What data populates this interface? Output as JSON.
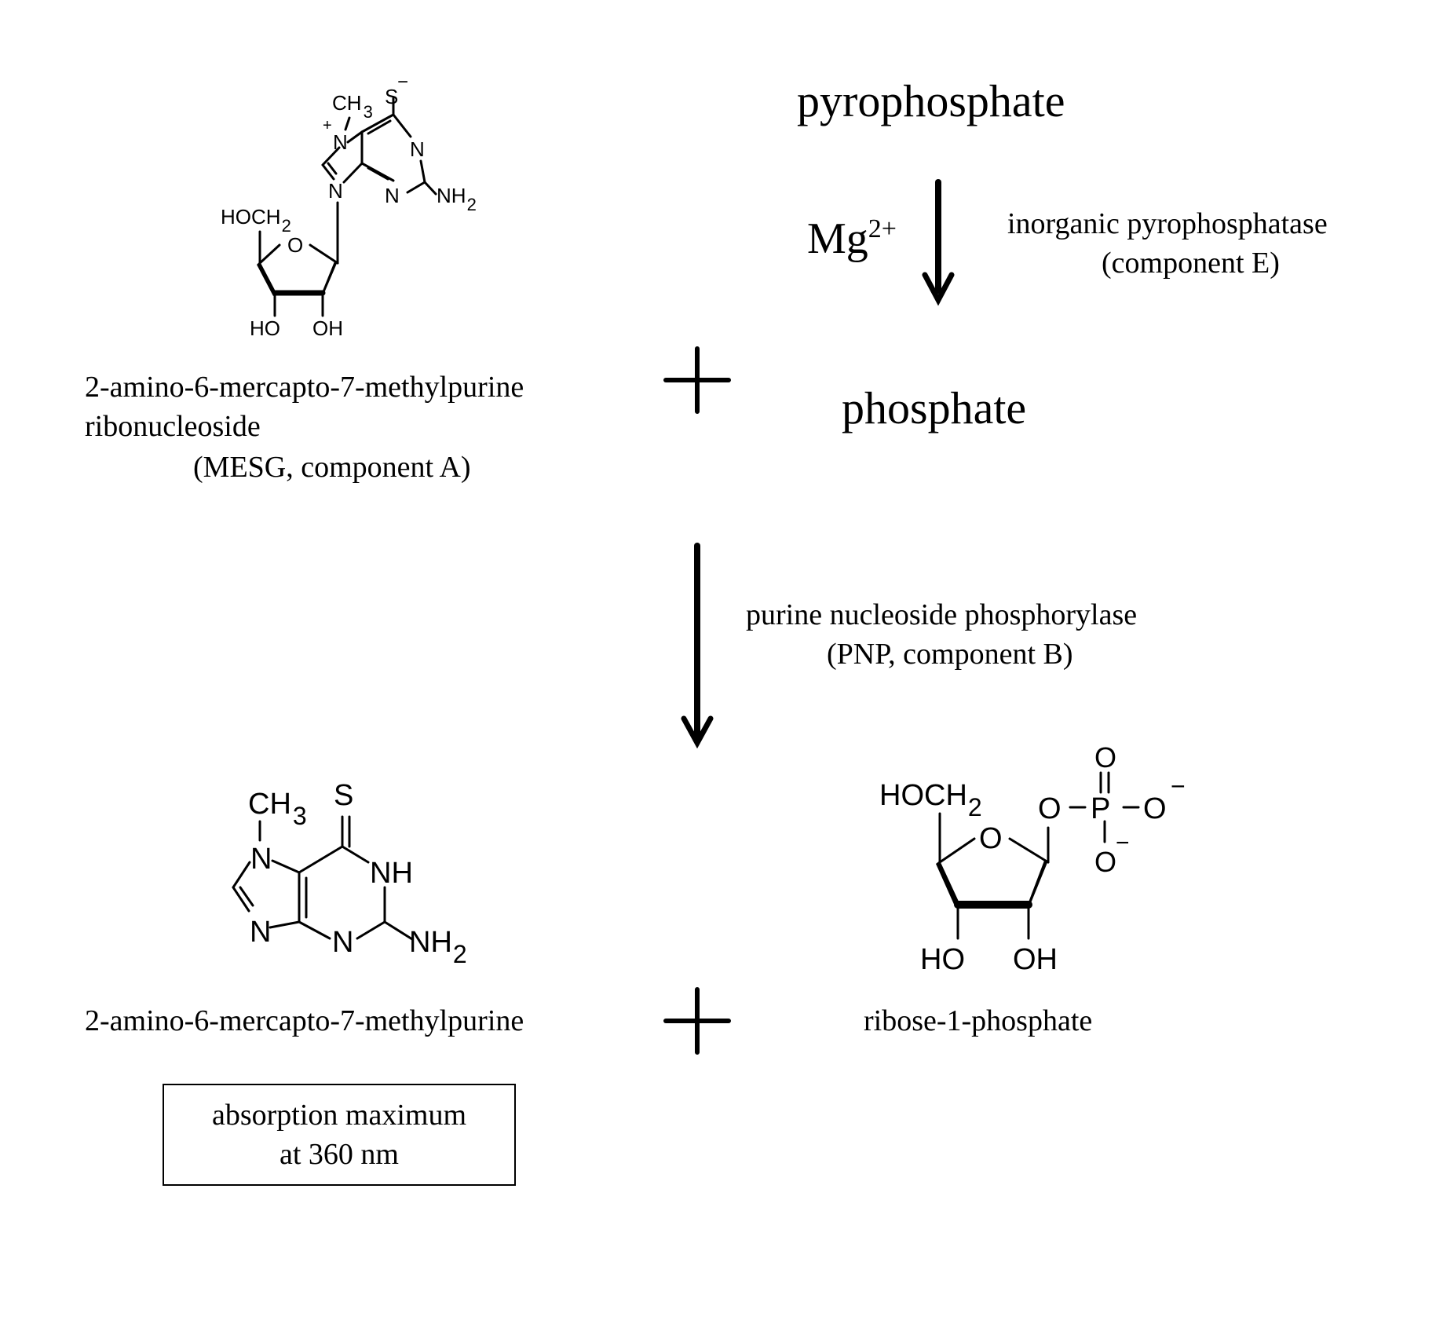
{
  "reaction1": {
    "substrate": "pyrophosphate",
    "cofactor_base": "Mg",
    "cofactor_charge": "2+",
    "enzyme_line1": "inorganic pyrophosphatase",
    "enzyme_line2": "(component E)",
    "product": "phosphate"
  },
  "plus_sign": "+",
  "mesg": {
    "name_line1": "2-amino-6-mercapto-7-methylpurine",
    "name_line2": "ribonucleoside",
    "name_line3": "(MESG, component A)",
    "atoms": {
      "ch3": "CH",
      "sub3": "3",
      "s": "S",
      "minus": "−",
      "plus": "+",
      "n7": "N",
      "n1": "N",
      "n9": "N",
      "n3": "N",
      "nh2": "NH",
      "sub2": "2",
      "hoch2": "HOCH",
      "hoch2_sub": "2",
      "ring_o": "O",
      "ho": "HO",
      "oh": "OH"
    }
  },
  "reaction2": {
    "enzyme_line1": "purine nucleoside phosphorylase",
    "enzyme_line2": "(PNP, component B)"
  },
  "purine": {
    "name": "2-amino-6-mercapto-7-methylpurine",
    "absorption_line1": "absorption maximum",
    "absorption_line2": "at 360 nm",
    "atoms": {
      "ch3": "CH",
      "sub3": "3",
      "s": "S",
      "n7": "N",
      "nh": "NH",
      "n9": "N",
      "n3": "N",
      "nh2": "NH",
      "sub2": "2"
    }
  },
  "r1p": {
    "name": "ribose-1-phosphate",
    "atoms": {
      "hoch2": "HOCH",
      "hoch2_sub": "2",
      "ring_o": "O",
      "o_link": "O",
      "p": "P",
      "o_top": "O",
      "o_right": "O",
      "o_bottom": "O",
      "minus": "−",
      "ho": "HO",
      "oh": "OH"
    }
  }
}
